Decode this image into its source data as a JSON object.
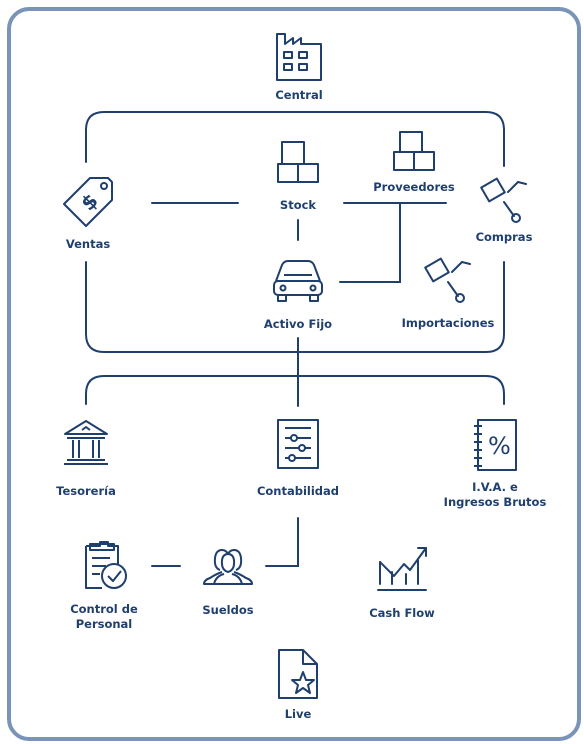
{
  "colors": {
    "stroke": "#1f3f6e",
    "border": "#7a93b8",
    "background": "#ffffff"
  },
  "nodes": {
    "central": {
      "label": "Central",
      "icon": "factory-icon"
    },
    "ventas": {
      "label": "Ventas",
      "icon": "price-tag-icon"
    },
    "stock": {
      "label": "Stock",
      "icon": "stacked-boxes-icon"
    },
    "proveedores": {
      "label": "Proveedores",
      "icon": "stacked-boxes-icon"
    },
    "compras": {
      "label": "Compras",
      "icon": "hand-truck-icon"
    },
    "activo_fijo": {
      "label": "Activo Fijo",
      "icon": "car-icon"
    },
    "importaciones": {
      "label": "Importaciones",
      "icon": "hand-truck-icon"
    },
    "tesoreria": {
      "label": "Tesorería",
      "icon": "bank-icon"
    },
    "contabilidad": {
      "label": "Contabilidad",
      "icon": "ledger-icon"
    },
    "iva": {
      "label_line1": "I.V.A. e",
      "label_line2": "Ingresos Brutos",
      "icon": "percent-notebook-icon"
    },
    "control_personal": {
      "label_line1": "Control de",
      "label_line2": "Personal",
      "icon": "clipboard-clock-icon"
    },
    "sueldos": {
      "label": "Sueldos",
      "icon": "people-icon"
    },
    "cash_flow": {
      "label": "Cash Flow",
      "icon": "chart-arrow-icon"
    },
    "live": {
      "label": "Live",
      "icon": "star-document-icon"
    }
  }
}
